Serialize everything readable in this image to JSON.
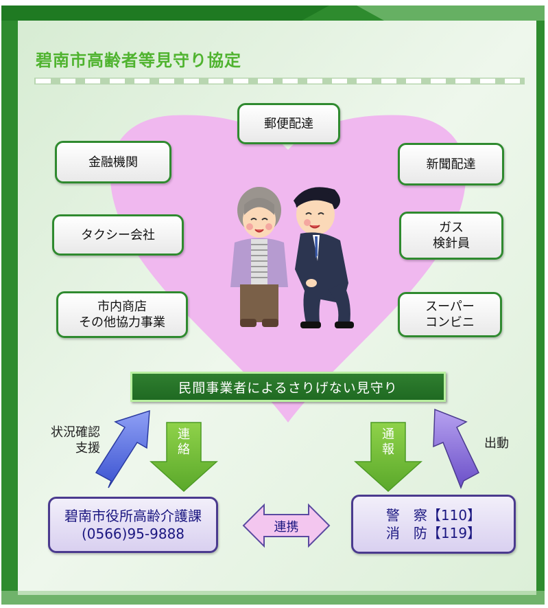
{
  "title": "碧南市高齢者等見守り協定",
  "partners": {
    "postal": "郵便配達",
    "finance": "金融機関",
    "newspaper": "新聞配達",
    "taxi": "タクシー会社",
    "gas": "ガス\n検針員",
    "shops": "市内商店\nその他協力事業",
    "supermarket": "スーパー\nコンビニ"
  },
  "banner": "民間事業者によるさりげない見守り",
  "arrows": {
    "contact": "連絡",
    "report": "通報",
    "status": "状況確認\n支援",
    "dispatch": "出動",
    "cooperation": "連携"
  },
  "city_office": "碧南市役所高齢介護課\n(0566)95-9888",
  "emergency": "警　察【110】\n消　防【119】",
  "colors": {
    "frame_green": "#2e8b2e",
    "heart_pink": "#f0b8ef",
    "box_border": "#2f8a2f",
    "purple_border": "#4a3a8e",
    "arrow_green": "#7fc93a",
    "arrow_blue": "#5a6fe0",
    "arrow_purple": "#8b6fd8"
  }
}
